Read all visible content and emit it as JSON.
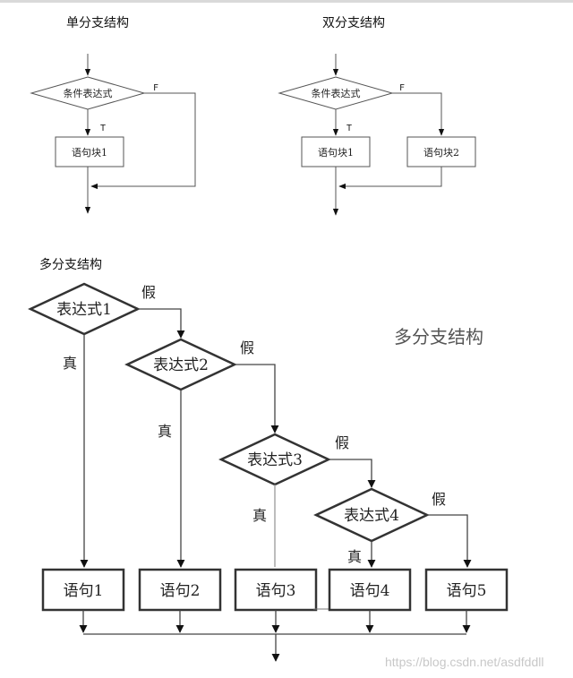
{
  "single_branch": {
    "title": "单分支结构",
    "condition": "条件表达式",
    "true_label": "T",
    "false_label": "F",
    "block1": "语句块1"
  },
  "double_branch": {
    "title": "双分支结构",
    "condition": "条件表达式",
    "true_label": "T",
    "false_label": "F",
    "block1": "语句块1",
    "block2": "语句块2"
  },
  "multi_branch": {
    "title": "多分支结构",
    "heading": "多分支结构",
    "true_label": "真",
    "false_label": "假",
    "conditions": [
      "表达式1",
      "表达式2",
      "表达式3",
      "表达式4"
    ],
    "statements": [
      "语句1",
      "语句2",
      "语句3",
      "语句4",
      "语句5"
    ]
  },
  "watermark": "https://blog.csdn.net/asdfddll",
  "colors": {
    "line": "#333333",
    "watermark": "#c8c8c8"
  }
}
